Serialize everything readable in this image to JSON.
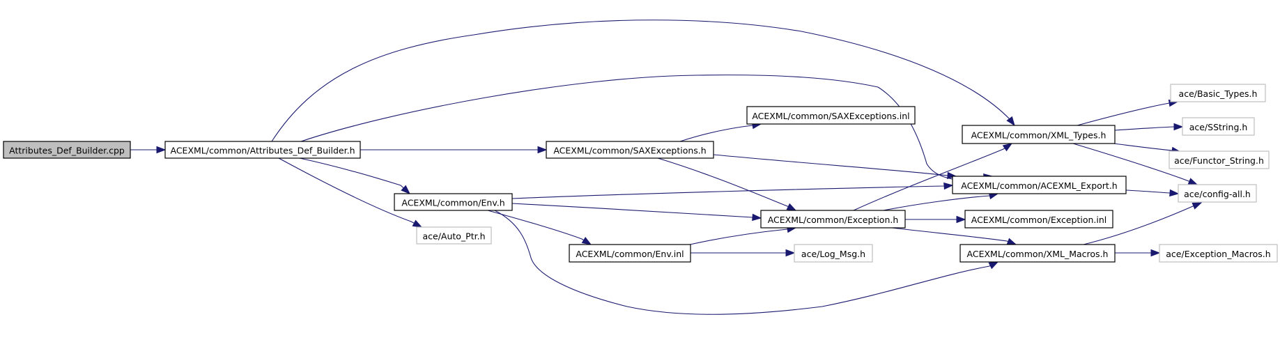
{
  "diagram": {
    "type": "include-dependency-graph",
    "root": "Attributes_Def_Builder.cpp",
    "colors": {
      "edge": "#191970",
      "root_fill": "#bfbfbf",
      "documented_border": "#000000",
      "external_border": "#bfbfbf"
    },
    "nodes": [
      {
        "id": "n0",
        "label": "Attributes_Def_Builder.cpp",
        "kind": "root"
      },
      {
        "id": "n1",
        "label": "ACEXML/common/Attributes_Def_Builder.h",
        "kind": "doc"
      },
      {
        "id": "n2",
        "label": "ACEXML/common/SAXExceptions.h",
        "kind": "doc"
      },
      {
        "id": "n3",
        "label": "ACEXML/common/SAXExceptions.inl",
        "kind": "doc"
      },
      {
        "id": "n4",
        "label": "ACEXML/common/XML_Types.h",
        "kind": "doc"
      },
      {
        "id": "n5",
        "label": "ACEXML/common/ACEXML_Export.h",
        "kind": "doc"
      },
      {
        "id": "n6",
        "label": "ACEXML/common/Env.h",
        "kind": "doc"
      },
      {
        "id": "n7",
        "label": "ace/Auto_Ptr.h",
        "kind": "ext"
      },
      {
        "id": "n8",
        "label": "ACEXML/common/Exception.h",
        "kind": "doc"
      },
      {
        "id": "n9",
        "label": "ACEXML/common/Exception.inl",
        "kind": "doc"
      },
      {
        "id": "n10",
        "label": "ACEXML/common/Env.inl",
        "kind": "doc"
      },
      {
        "id": "n11",
        "label": "ace/Log_Msg.h",
        "kind": "ext"
      },
      {
        "id": "n12",
        "label": "ACEXML/common/XML_Macros.h",
        "kind": "doc"
      },
      {
        "id": "n13",
        "label": "ace/Exception_Macros.h",
        "kind": "ext"
      },
      {
        "id": "n14",
        "label": "ace/Basic_Types.h",
        "kind": "ext"
      },
      {
        "id": "n15",
        "label": "ace/SString.h",
        "kind": "ext"
      },
      {
        "id": "n16",
        "label": "ace/Functor_String.h",
        "kind": "ext"
      },
      {
        "id": "n17",
        "label": "ace/config-all.h",
        "kind": "ext"
      }
    ],
    "edges": [
      {
        "from": "n0",
        "to": "n1"
      },
      {
        "from": "n1",
        "to": "n2"
      },
      {
        "from": "n1",
        "to": "n4"
      },
      {
        "from": "n1",
        "to": "n5"
      },
      {
        "from": "n1",
        "to": "n6"
      },
      {
        "from": "n1",
        "to": "n7"
      },
      {
        "from": "n2",
        "to": "n3"
      },
      {
        "from": "n2",
        "to": "n5"
      },
      {
        "from": "n2",
        "to": "n8"
      },
      {
        "from": "n4",
        "to": "n14"
      },
      {
        "from": "n4",
        "to": "n15"
      },
      {
        "from": "n4",
        "to": "n16"
      },
      {
        "from": "n4",
        "to": "n17"
      },
      {
        "from": "n5",
        "to": "n17"
      },
      {
        "from": "n6",
        "to": "n5"
      },
      {
        "from": "n6",
        "to": "n8"
      },
      {
        "from": "n6",
        "to": "n10"
      },
      {
        "from": "n6",
        "to": "n12"
      },
      {
        "from": "n8",
        "to": "n4"
      },
      {
        "from": "n8",
        "to": "n5"
      },
      {
        "from": "n8",
        "to": "n9"
      },
      {
        "from": "n8",
        "to": "n12"
      },
      {
        "from": "n10",
        "to": "n8"
      },
      {
        "from": "n10",
        "to": "n11"
      },
      {
        "from": "n12",
        "to": "n13"
      },
      {
        "from": "n12",
        "to": "n17"
      }
    ]
  }
}
